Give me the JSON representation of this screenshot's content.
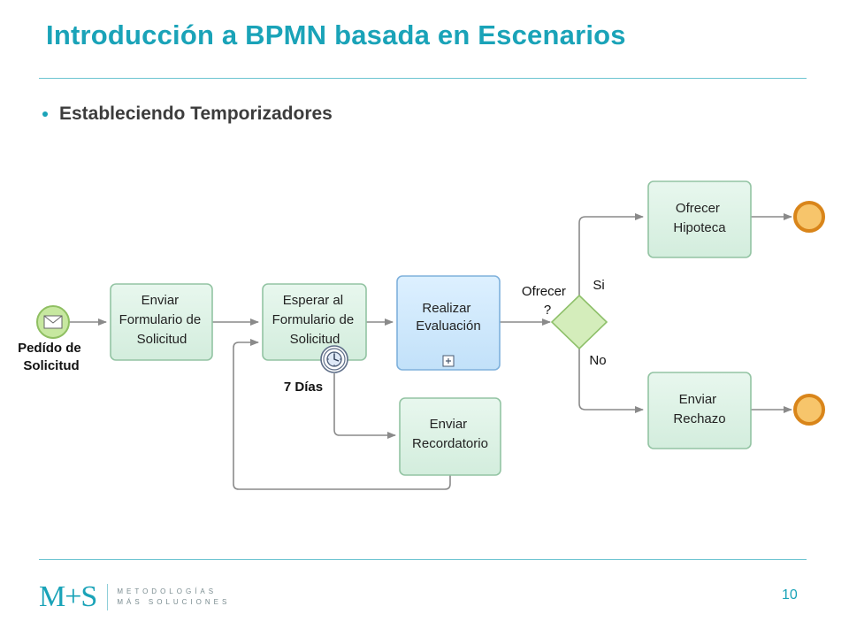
{
  "slide": {
    "title": "Introducción a BPMN basada en Escenarios",
    "bullet": "Estableciendo Temporizadores",
    "page_number": "10"
  },
  "diagram": {
    "start_event": {
      "label_lines": [
        "Pedído de",
        "Solicitud"
      ]
    },
    "tasks": {
      "enviar_formulario": {
        "lines": [
          "Enviar",
          "Formulario de",
          "Solicitud"
        ]
      },
      "esperar_formulario": {
        "lines": [
          "Esperar al",
          "Formulario de",
          "Solicitud"
        ]
      },
      "realizar_evaluacion": {
        "lines": [
          "Realizar",
          "Evaluación"
        ]
      },
      "enviar_recordatorio": {
        "lines": [
          "Enviar",
          "Recordatorio"
        ]
      },
      "ofrecer_hipoteca": {
        "lines": [
          "Ofrecer",
          "Hipoteca"
        ]
      },
      "enviar_rechazo": {
        "lines": [
          "Enviar",
          "Rechazo"
        ]
      }
    },
    "timer": {
      "label": "7 Días"
    },
    "gateway": {
      "label_lines": [
        "Ofrecer",
        "?"
      ],
      "yes_label": "Si",
      "no_label": "No"
    }
  },
  "footer": {
    "logo_mark": "M+S",
    "logo_line_1": "METODOLOGÍAS",
    "logo_line_2": "MÁS SOLUCIONES"
  },
  "colors": {
    "accent": "#1aa3b8",
    "task_fill": "#d9f0e3",
    "task_stroke": "#8cbf9d",
    "subprocess_fill": "#cce6fb",
    "subprocess_stroke": "#7fb1dc",
    "end_event": "#e5931f",
    "start_event": "#b6dc8c"
  }
}
